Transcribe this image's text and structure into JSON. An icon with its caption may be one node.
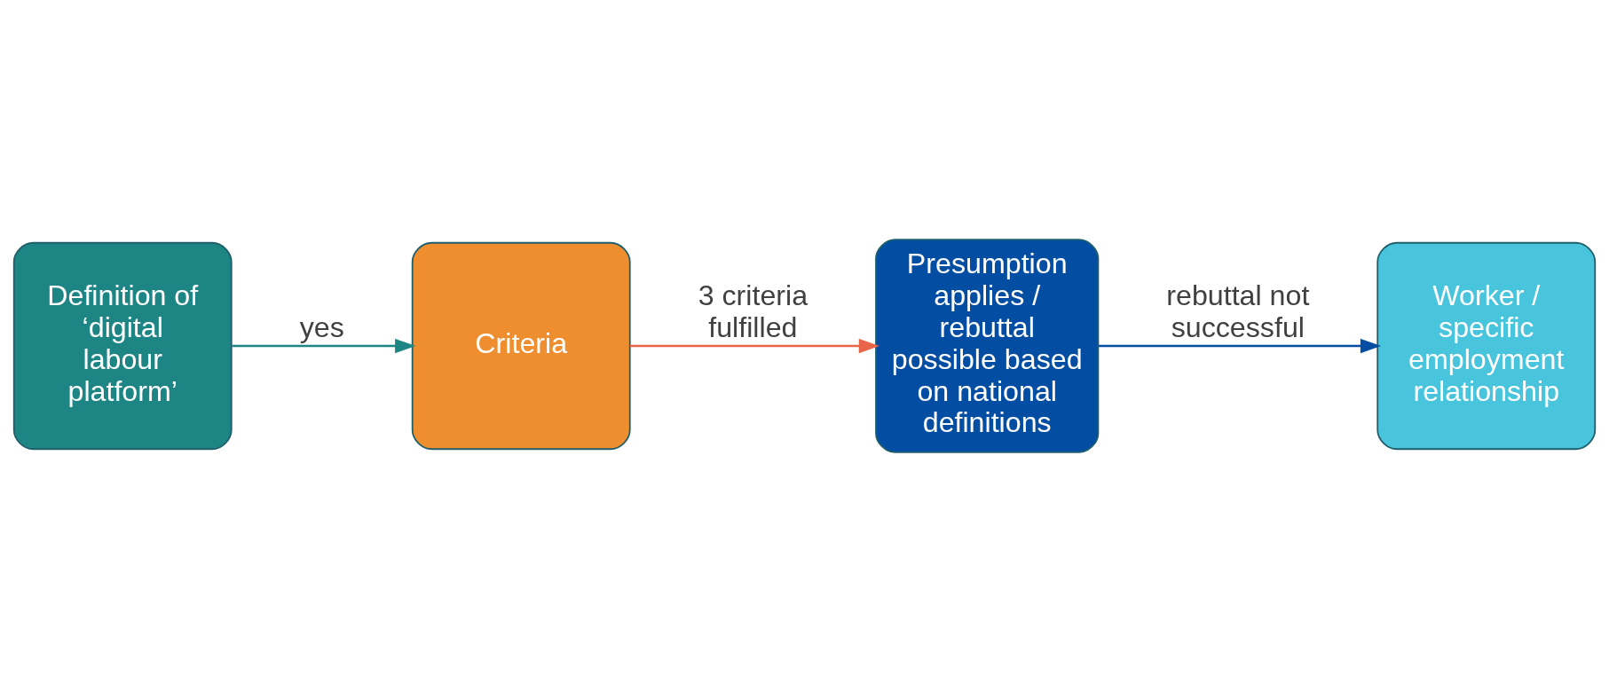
{
  "diagram": {
    "nodes": [
      {
        "text": [
          "Definition of ‘digital labour platform’"
        ]
      },
      {
        "text": [
          "Criteria"
        ]
      },
      {
        "text": [
          "Presumption applies / rebuttal possible based on national definitions"
        ]
      },
      {
        "text": [
          "Worker / specific employment relationship"
        ]
      }
    ],
    "edges": [
      {
        "from": 0,
        "to": 1,
        "arrow": "to",
        "label": "yes",
        "color": "#1e8585"
      },
      {
        "from": 1,
        "to": 2,
        "arrow": "to",
        "label": "3 criteria fulfilled",
        "color": "#e8654a"
      },
      {
        "from": 2,
        "to": 3,
        "arrow": "to",
        "label": "rebuttal not successful",
        "color": "#034ea2"
      }
    ]
  }
}
